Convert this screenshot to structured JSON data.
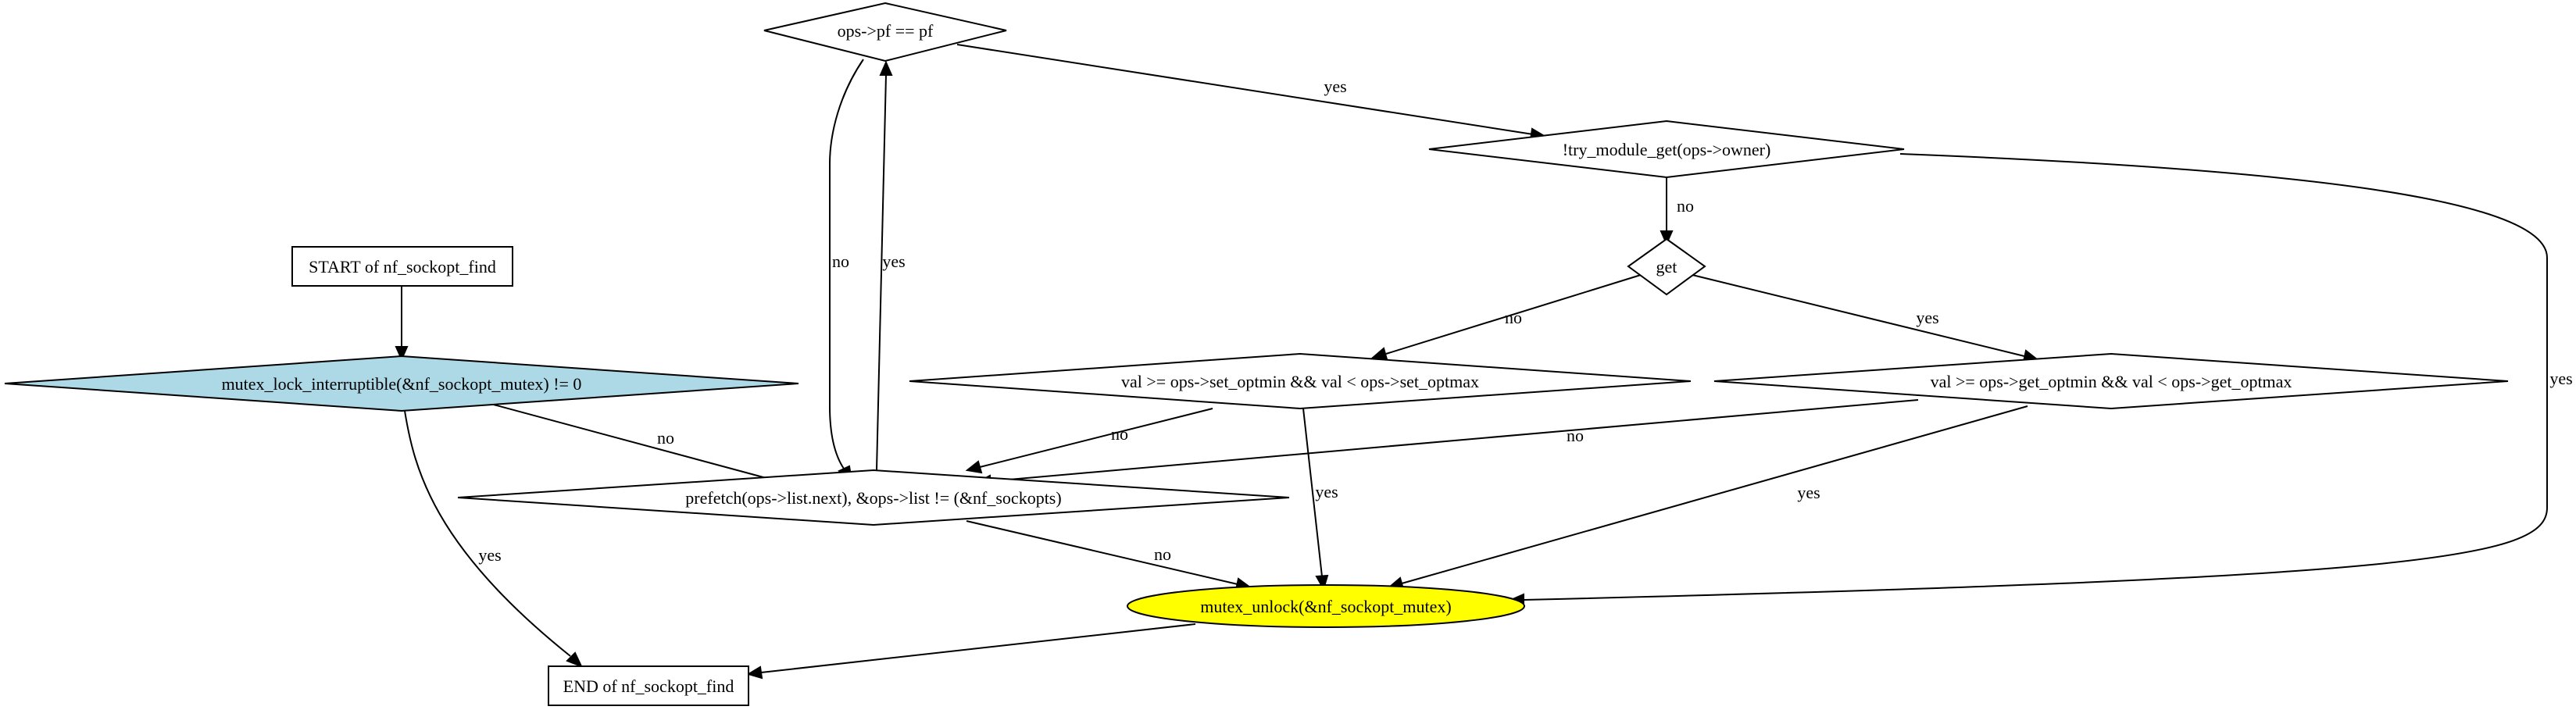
{
  "colors": {
    "background": "#ffffff",
    "stroke": "#000000",
    "lock_fill": "#add8e6",
    "unlock_fill": "#ffff00"
  },
  "nodes": {
    "start": {
      "label": "START of nf_sockopt_find",
      "shape": "rectangle"
    },
    "lock": {
      "label": "mutex_lock_interruptible(&nf_sockopt_mutex) != 0",
      "shape": "diamond",
      "fill": "#add8e6"
    },
    "prefetch": {
      "label": "prefetch(ops->list.next), &ops->list != (&nf_sockopts)",
      "shape": "diamond"
    },
    "pf_check": {
      "label": "ops->pf == pf",
      "shape": "diamond"
    },
    "try_module": {
      "label": "!try_module_get(ops->owner)",
      "shape": "diamond"
    },
    "get": {
      "label": "get",
      "shape": "diamond"
    },
    "set_range": {
      "label": "val >= ops->set_optmin && val < ops->set_optmax",
      "shape": "diamond"
    },
    "get_range": {
      "label": "val >= ops->get_optmin && val < ops->get_optmax",
      "shape": "diamond"
    },
    "unlock": {
      "label": "mutex_unlock(&nf_sockopt_mutex)",
      "shape": "ellipse",
      "fill": "#ffff00"
    },
    "end": {
      "label": "END of nf_sockopt_find",
      "shape": "rectangle"
    }
  },
  "edges": [
    {
      "id": "start-lock",
      "from": "start",
      "to": "lock",
      "label": ""
    },
    {
      "id": "lock-prefetch",
      "from": "lock",
      "to": "prefetch",
      "label": "no"
    },
    {
      "id": "lock-end",
      "from": "lock",
      "to": "end",
      "label": "yes"
    },
    {
      "id": "prefetch-pf",
      "from": "prefetch",
      "to": "pf_check",
      "label": "yes"
    },
    {
      "id": "pf-prefetch",
      "from": "pf_check",
      "to": "prefetch",
      "label": "no"
    },
    {
      "id": "pf-try",
      "from": "pf_check",
      "to": "try_module",
      "label": "yes"
    },
    {
      "id": "try-get",
      "from": "try_module",
      "to": "get",
      "label": "no"
    },
    {
      "id": "try-unlock",
      "from": "try_module",
      "to": "unlock",
      "label": "yes"
    },
    {
      "id": "get-set",
      "from": "get",
      "to": "set_range",
      "label": "no"
    },
    {
      "id": "get-getrange",
      "from": "get",
      "to": "get_range",
      "label": "yes"
    },
    {
      "id": "set-prefetch",
      "from": "set_range",
      "to": "prefetch",
      "label": "no"
    },
    {
      "id": "set-unlock",
      "from": "set_range",
      "to": "unlock",
      "label": "yes"
    },
    {
      "id": "getrange-prefetch",
      "from": "get_range",
      "to": "prefetch",
      "label": "no"
    },
    {
      "id": "getrange-unlock",
      "from": "get_range",
      "to": "unlock",
      "label": "yes"
    },
    {
      "id": "prefetch-unlock",
      "from": "prefetch",
      "to": "unlock",
      "label": "no"
    },
    {
      "id": "unlock-end",
      "from": "unlock",
      "to": "end",
      "label": ""
    }
  ]
}
